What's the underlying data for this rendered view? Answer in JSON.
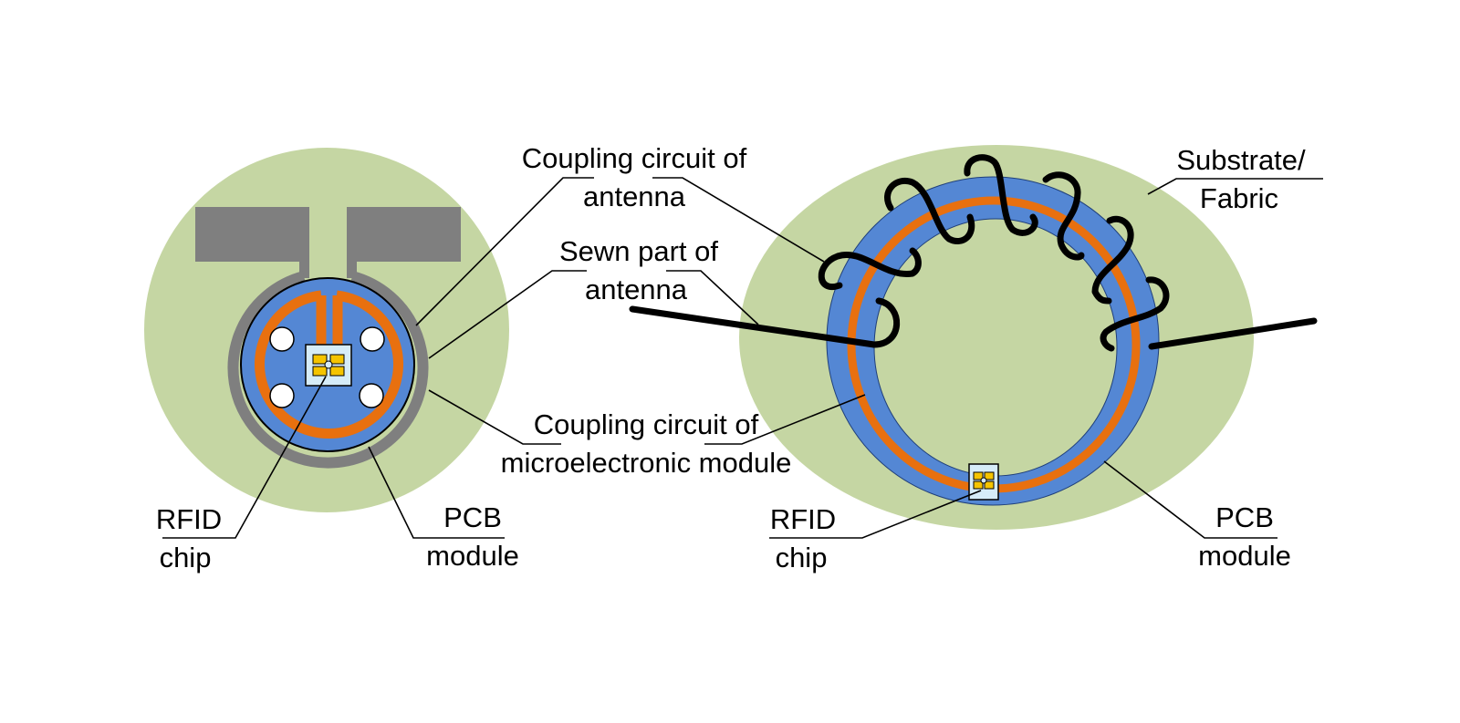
{
  "colors": {
    "substrate": "#c5d6a3",
    "antenna_gray": "#7f7f7f",
    "pcb_blue": "#5487d4",
    "coupling_orange": "#e8700f",
    "chip_bg": "#d6ecf8",
    "chip_pads": "#f5c400",
    "hole_white": "#ffffff",
    "thread_black": "#000000"
  },
  "left_diagram": {
    "labels": {
      "rfid_chip": [
        "RFID",
        "chip"
      ],
      "pcb_module": [
        "PCB",
        "module"
      ]
    }
  },
  "shared_labels": {
    "coupling_antenna": [
      "Coupling circuit of",
      "antenna"
    ],
    "sewn_part": [
      "Sewn part of",
      "antenna"
    ],
    "coupling_module": [
      "Coupling circuit of",
      "microelectronic module"
    ]
  },
  "right_diagram": {
    "labels": {
      "substrate": [
        "Substrate/",
        "Fabric"
      ],
      "rfid_chip": [
        "RFID",
        "chip"
      ],
      "pcb_module": [
        "PCB",
        "module"
      ]
    }
  }
}
